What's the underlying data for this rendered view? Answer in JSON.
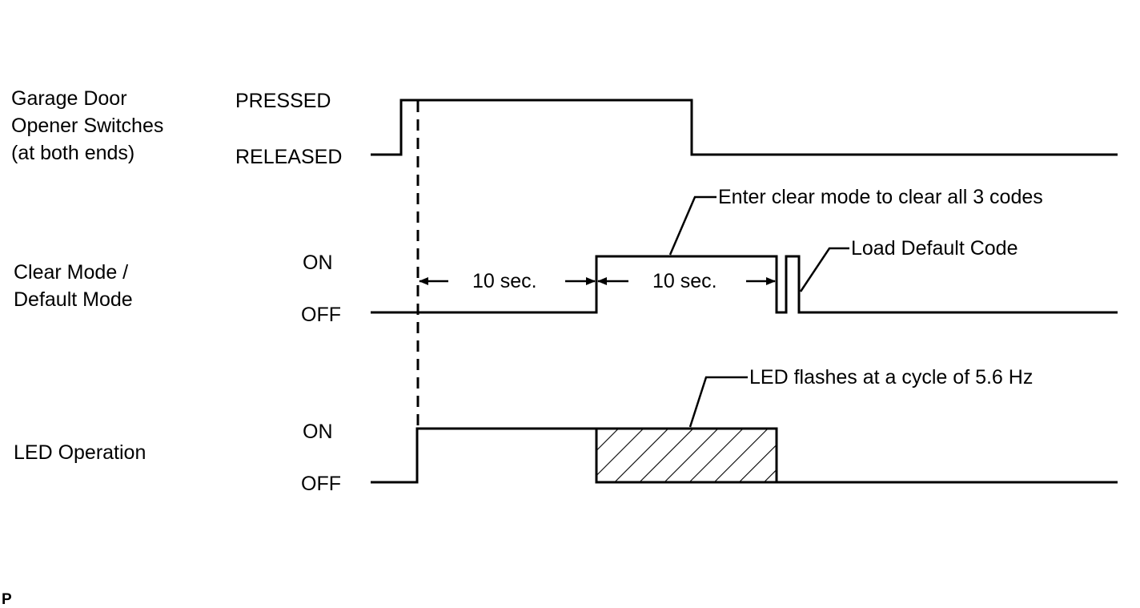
{
  "signals": {
    "garage": {
      "name_lines": [
        "Garage Door",
        "Opener Switches",
        "(at both ends)"
      ],
      "high_label": "PRESSED",
      "low_label": "RELEASED"
    },
    "clear": {
      "name_lines": [
        "Clear Mode /",
        "Default Mode"
      ],
      "high_label": "ON",
      "low_label": "OFF"
    },
    "led": {
      "name_lines": [
        "LED Operation"
      ],
      "high_label": "ON",
      "low_label": "OFF"
    }
  },
  "intervals": [
    {
      "label": "10 sec."
    },
    {
      "label": "10 sec."
    }
  ],
  "annotations": {
    "clear_all": "Enter clear mode to clear all 3 codes",
    "load_default": "Load Default Code",
    "led_flash": "LED flashes at a cycle of 5.6 Hz"
  },
  "corner_mark": "P",
  "colors": {
    "ink": "#000000",
    "background": "#ffffff"
  }
}
